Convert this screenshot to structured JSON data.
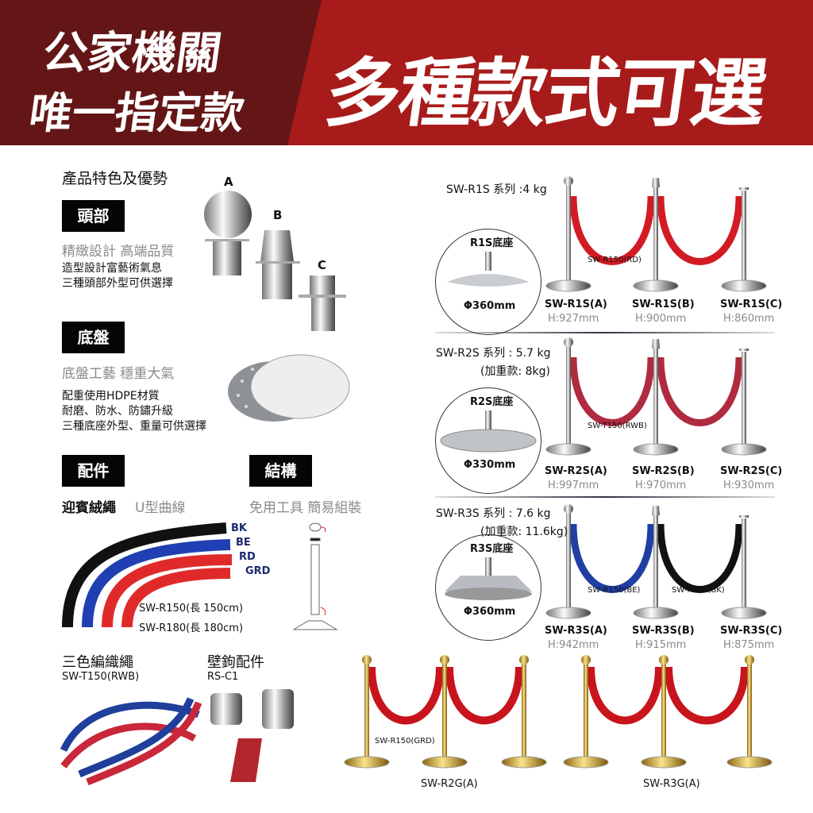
{
  "banner": {
    "left_line1": "公家機關",
    "left_line2": "唯一指定款",
    "right": "多種款式可選",
    "dark_color": "#641616",
    "red_color": "#a81b1b"
  },
  "features": {
    "title": "產品特色及優勢",
    "head": {
      "label": "頭部",
      "tagline": "精緻設計 高端品質",
      "lines": [
        "造型設計富藝術氣息",
        "三種頭部外型可供選擇"
      ],
      "variants": [
        "A",
        "B",
        "C"
      ]
    },
    "base": {
      "label": "底盤",
      "tagline": "底盤工藝 穩重大氣",
      "lines": [
        "配重使用HDPE材質",
        "耐磨、防水、防鏽升級",
        "三種底座外型、重量可供選擇"
      ]
    },
    "accessories": {
      "label": "配件",
      "title": "迎賓絨繩",
      "subtitle": "U型曲線",
      "colors": [
        "BK",
        "BE",
        "RD",
        "GRD"
      ],
      "models": [
        "SW-R150(長 150cm)",
        "SW-R180(長 180cm)"
      ]
    },
    "structure": {
      "label": "結構",
      "tagline": "免用工具 簡易組裝"
    },
    "tricolor": {
      "title": "三色編織繩",
      "model": "SW-T150(RWB)"
    },
    "wallhook": {
      "title": "壁鉤配件",
      "model": "RS-C1"
    }
  },
  "series": [
    {
      "title": "SW-R1S 系列 :4 kg",
      "extra": "",
      "base_name": "R1S底座",
      "diameter": "Φ360mm",
      "rope": "SW-R150(RD)",
      "models": [
        {
          "name": "SW-R1S(A)",
          "height": "H:927mm"
        },
        {
          "name": "SW-R1S(B)",
          "height": "H:900mm"
        },
        {
          "name": "SW-R1S(C)",
          "height": "H:860mm"
        }
      ]
    },
    {
      "title": "SW-R2S 系列 : 5.7 kg",
      "extra": "(加重款: 8kg)",
      "base_name": "R2S底座",
      "diameter": "Φ330mm",
      "rope": "SW-T150(RWB)",
      "models": [
        {
          "name": "SW-R2S(A)",
          "height": "H:997mm"
        },
        {
          "name": "SW-R2S(B)",
          "height": "H:970mm"
        },
        {
          "name": "SW-R2S(C)",
          "height": "H:930mm"
        }
      ]
    },
    {
      "title": "SW-R3S 系列 : 7.6 kg",
      "extra": "(加重款: 11.6kg)",
      "base_name": "R3S底座",
      "diameter": "Φ360mm",
      "rope": "SW-R150(BE)",
      "rope2": "SW-R150(BK)",
      "models": [
        {
          "name": "SW-R3S(A)",
          "height": "H:942mm"
        },
        {
          "name": "SW-R3S(B)",
          "height": "H:915mm"
        },
        {
          "name": "SW-R3S(C)",
          "height": "H:875mm"
        }
      ]
    }
  ],
  "gold": {
    "rope": "SW-R150(GRD)",
    "models": [
      "SW-R2G(A)",
      "SW-R3G(A)"
    ]
  }
}
